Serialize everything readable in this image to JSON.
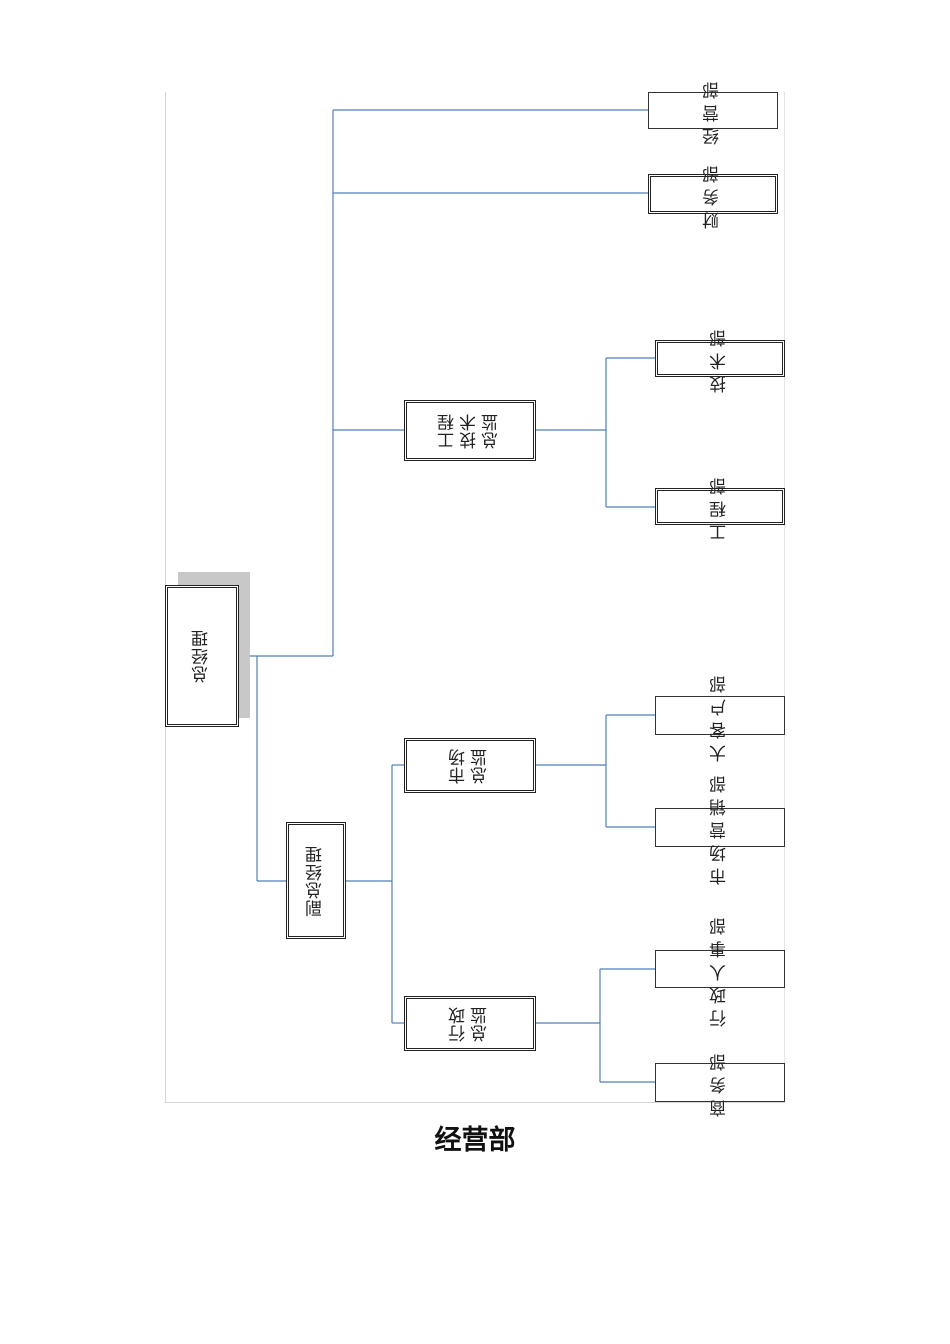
{
  "org": {
    "root": "总经理",
    "vice": "副总经理",
    "eng_director": "工程\n技术\n总监",
    "market_director": "市场\n总监",
    "admin_director": "行政\n总监",
    "dept_operations": "经营部",
    "dept_finance": "财务部",
    "dept_tech": "技术部",
    "dept_engineering": "工程部",
    "dept_key_accounts": "大客户部",
    "dept_marketing": "市场营销部",
    "dept_admin_hr": "行政人事部",
    "dept_business": "商务部"
  },
  "caption": "经营部",
  "colors": {
    "connector": "#4f7fb7",
    "border": "#222222",
    "shadow": "#c8c8c8"
  }
}
